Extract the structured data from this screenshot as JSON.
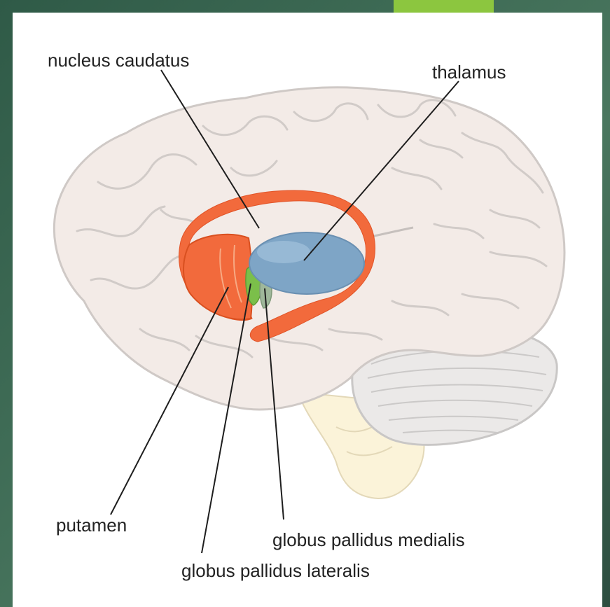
{
  "labels": {
    "caudate": "nucleus caudatus",
    "thalamus": "thalamus",
    "putamen": "putamen",
    "gp_medial": "globus pallidus medialis",
    "gp_lateral": "globus pallidus lateralis"
  },
  "colors": {
    "background": "#3e6b55",
    "accent": "#8cc63f",
    "brain_fill": "#f3ebe7",
    "brain_outline": "#cfc9c6",
    "caudate": "#f26a3c",
    "thalamus": "#7ea5c6",
    "globus_pallidus_lateralis": "#7bbf4a",
    "globus_pallidus_medialis": "#9fb79a",
    "brainstem": "#fbf3d9"
  }
}
